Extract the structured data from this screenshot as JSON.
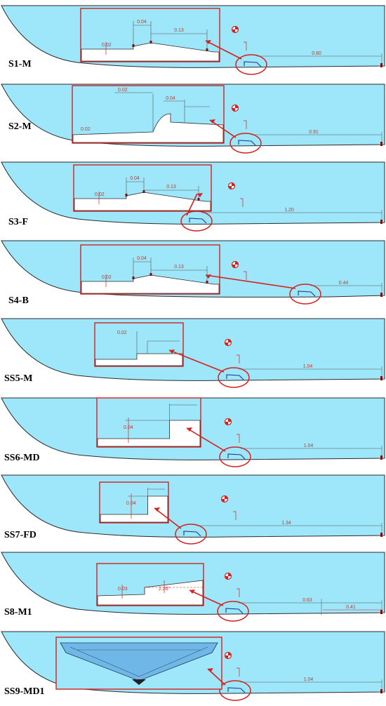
{
  "figure": {
    "panels": [
      {
        "id": "S1-M",
        "label": "S1-M",
        "inset_type": "step-ramp",
        "inset_labels": [
          "0.02",
          "0.04",
          "0.13"
        ],
        "main_dimension": "0.80"
      },
      {
        "id": "S2-M",
        "label": "S2-M",
        "inset_type": "step-curve",
        "inset_labels": [
          "0.02",
          "0.02",
          "0.04"
        ],
        "main_dimension": "0.91"
      },
      {
        "id": "S3-F",
        "label": "S3-F",
        "inset_type": "step-ramp",
        "inset_labels": [
          "0.02",
          "0.04",
          "0.13"
        ],
        "main_dimension": "1.20"
      },
      {
        "id": "S4-B",
        "label": "S4-B",
        "inset_type": "step-ramp",
        "inset_labels": [
          "0.02",
          "0.04",
          "0.13"
        ],
        "main_dimension": "0.44"
      },
      {
        "id": "SS5-M",
        "label": "SS5-M",
        "inset_type": "small-step",
        "inset_labels": [
          "0.02"
        ],
        "main_dimension": "1.04"
      },
      {
        "id": "SS6-MD",
        "label": "SS6-MD",
        "inset_type": "big-step",
        "inset_labels": [
          "0.04"
        ],
        "main_dimension": "1.04"
      },
      {
        "id": "SS7-FD",
        "label": "SS7-FD",
        "inset_type": "big-step",
        "inset_labels": [
          "0.04"
        ],
        "main_dimension": "1.34"
      },
      {
        "id": "S8-M1",
        "label": "S8-M1",
        "inset_type": "angle-step",
        "inset_labels": [
          "0.03",
          "2.26°"
        ],
        "main_dimension": "0.63",
        "secondary_dimension": "0.41"
      },
      {
        "id": "SS9-MD1",
        "label": "SS9-MD1",
        "inset_type": "cross-section",
        "inset_labels": [],
        "main_dimension": "1.04"
      }
    ],
    "colors": {
      "hull_fill": "#9ee6fa",
      "hull_outline": "#2b2b2b",
      "callout": "#d42020",
      "dimension_line": "#555555"
    },
    "icons": [
      "center-of-gravity-icon"
    ]
  }
}
